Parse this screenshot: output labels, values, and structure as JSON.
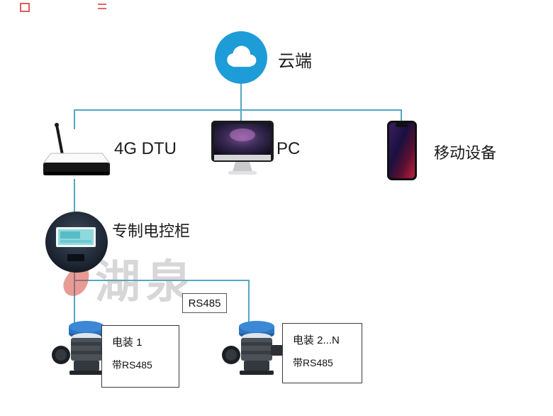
{
  "cloud": {
    "label": "云端"
  },
  "devices": {
    "dtu": {
      "label": "4G DTU"
    },
    "pc": {
      "label": "PC"
    },
    "mobile": {
      "label": "移动设备"
    }
  },
  "cabinet": {
    "label": "专制电控柜"
  },
  "bus": {
    "label": "RS485"
  },
  "actuators": [
    {
      "title": "电装 1",
      "subtitle": "带RS485"
    },
    {
      "title": "电装 2...N",
      "subtitle": "带RS485"
    }
  ],
  "watermark": {
    "text": "湖泉"
  },
  "colors": {
    "connector_line": "#53a7c5",
    "cloud_circle": "#1e9cd7",
    "actuator_cap": "#2e74c0",
    "box_border": "#3c3c3c"
  }
}
